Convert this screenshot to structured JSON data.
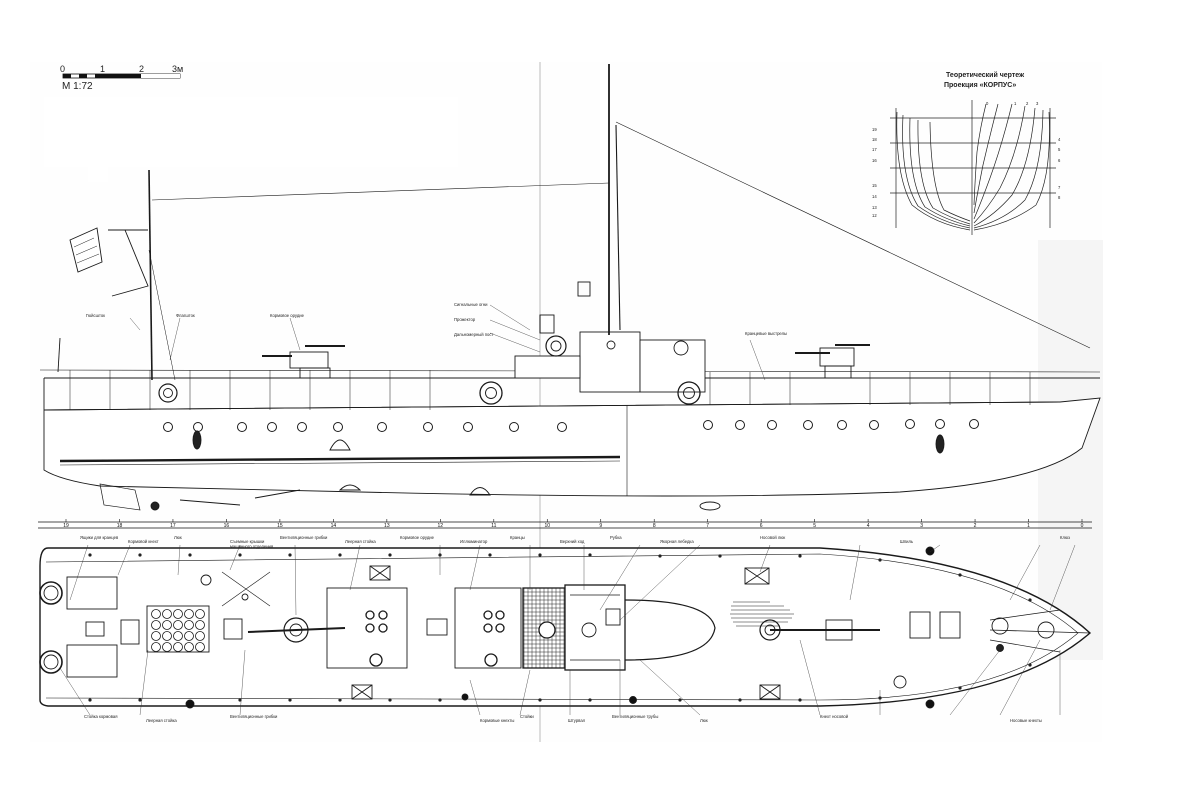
{
  "scale": {
    "ticks": [
      "0",
      "1",
      "2",
      "3м"
    ],
    "ratio": "М 1:72"
  },
  "body_plan": {
    "title": "Теоретический чертеж",
    "subtitle": "Проекция «КОРПУС»",
    "top_numbers": [
      "0",
      "1",
      "2",
      "3"
    ],
    "left_numbers": [
      "19",
      "18",
      "17",
      "16",
      "15",
      "14",
      "13",
      "12"
    ],
    "right_numbers": [
      "4",
      "5",
      "6",
      "7",
      "8"
    ]
  },
  "side_view": {
    "labels": [
      "Гюйсшток",
      "Флагшток",
      "Кормовое орудие",
      "Сигнальные огни",
      "Прожектор",
      "Дальномерный пост",
      "Кранцевые выстрелы"
    ]
  },
  "frame_numbers": [
    "19",
    "18",
    "17",
    "16",
    "15",
    "14",
    "13",
    "12",
    "11",
    "10",
    "9",
    "8",
    "7",
    "6",
    "5",
    "4",
    "3",
    "2",
    "1",
    "0"
  ],
  "plan_view": {
    "top_labels": [
      "Ящики для кранцев",
      "Кормовой кнехт",
      "Люк",
      "Съемные крышки машинного отделения",
      "Вентиляционные грибки",
      "Леерная стойка",
      "Кормовое орудие",
      "Иллюминатор",
      "Кранцы",
      "Верхний ход",
      "Рубка",
      "Якорная лебедка",
      "Носовой люк",
      "Шпиль",
      "Клюз"
    ],
    "bottom_labels": [
      "Стойка кормовая",
      "Леерная стойка",
      "Вентиляционные грибки",
      "Кормовые кнехты",
      "Стойки",
      "Штурвал",
      "Вентиляционные трубы",
      "Люк",
      "Кнехт носовой",
      "Носовые кнехты"
    ]
  },
  "colors": {
    "ink": "#222222",
    "paper": "#ffffff"
  }
}
